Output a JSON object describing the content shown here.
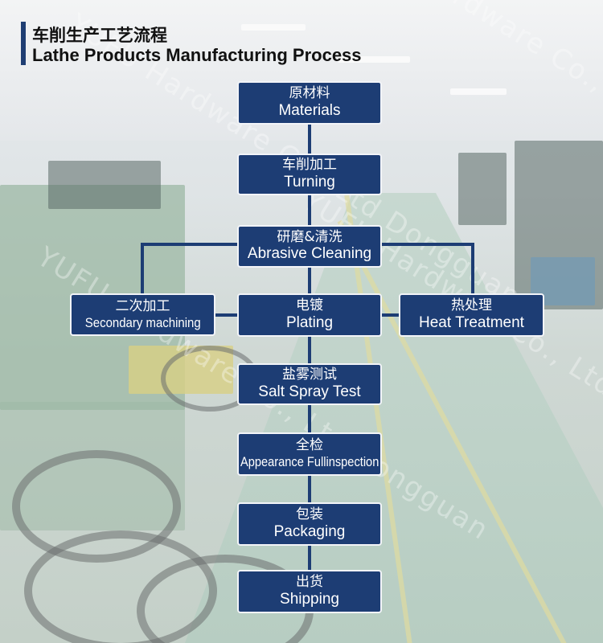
{
  "title": {
    "chinese": "车削生产工艺流程",
    "english": "Lathe Products Manufacturing Process"
  },
  "watermark": "YUFU Hardware Co., Ltd Dongguan",
  "colors": {
    "node_fill": "#1d3d74",
    "node_border": "#f2f4f8",
    "connector": "#1d3d74",
    "title_accent": "#1f3e73"
  },
  "steps": {
    "materials": {
      "cn": "原材料",
      "en": "Materials"
    },
    "turning": {
      "cn": "车削加工",
      "en": "Turning"
    },
    "abrasive": {
      "cn": "研磨&清洗",
      "en": "Abrasive Cleaning"
    },
    "secondary": {
      "cn": "二次加工",
      "en": "Secondary machining"
    },
    "plating": {
      "cn": "电镀",
      "en": "Plating"
    },
    "heat": {
      "cn": "热处理",
      "en": "Heat Treatment"
    },
    "saltspray": {
      "cn": "盐雾测试",
      "en": "Salt Spray Test"
    },
    "inspection": {
      "cn": "全检",
      "en": "Appearance Fullinspection"
    },
    "packaging": {
      "cn": "包装",
      "en": "Packaging"
    },
    "shipping": {
      "cn": "出货",
      "en": "Shipping"
    }
  }
}
